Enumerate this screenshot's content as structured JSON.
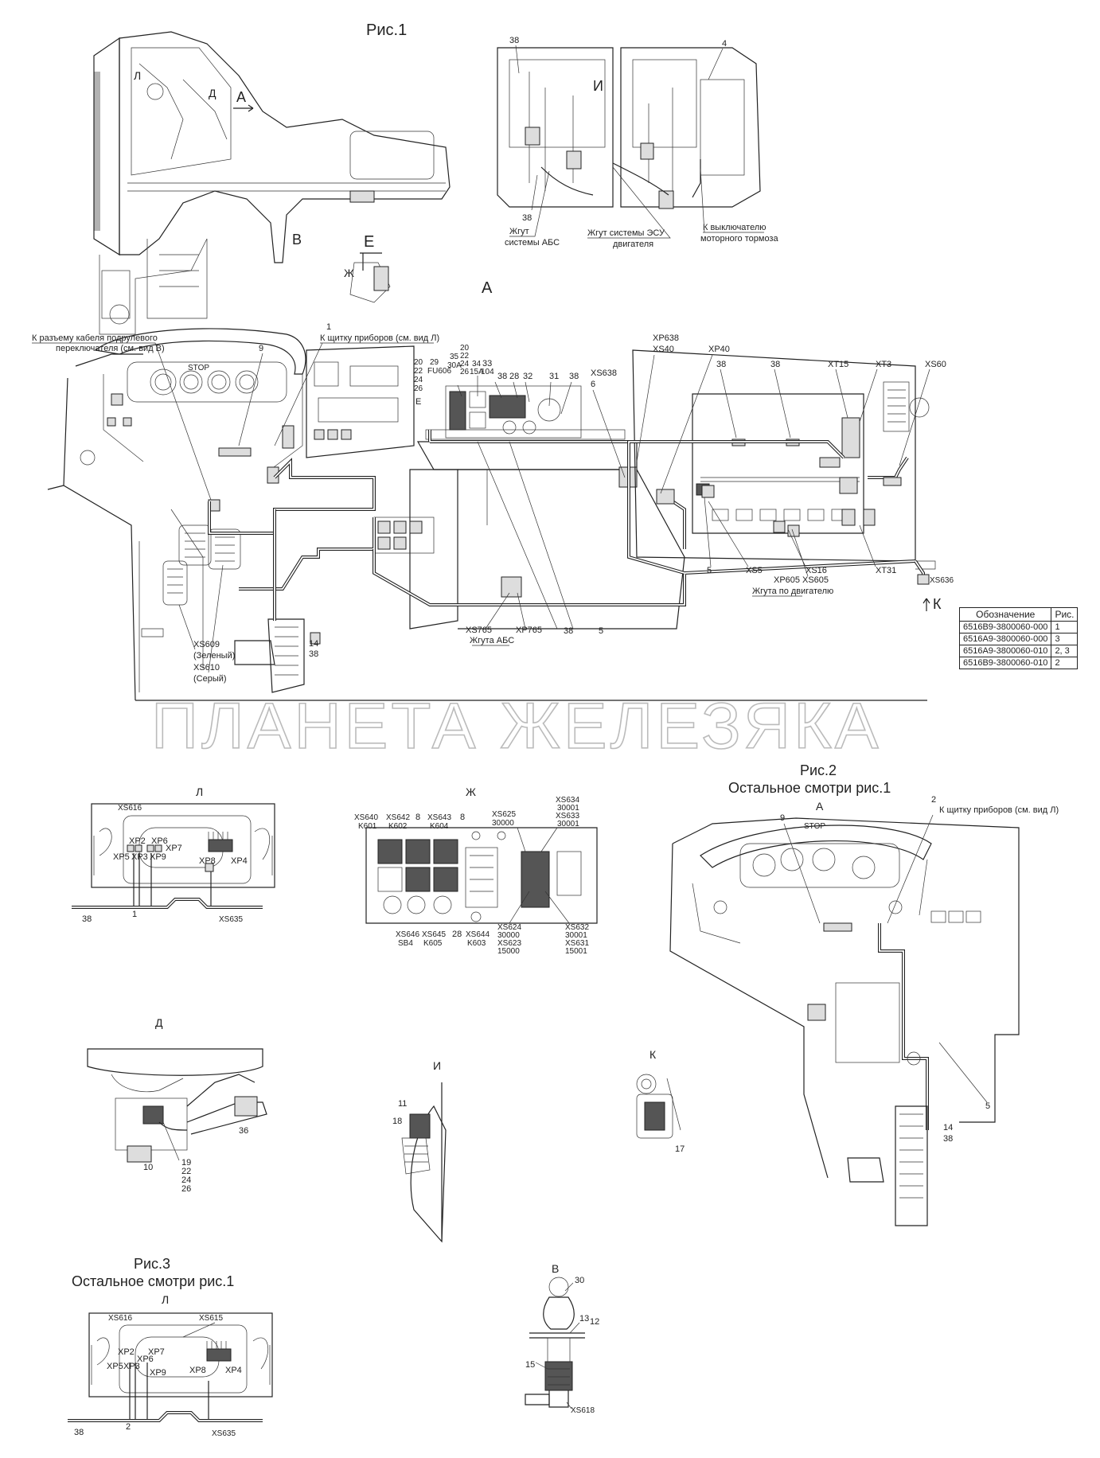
{
  "figures": {
    "fig1_title": "Рис.1",
    "fig2_title": "Рис.2",
    "fig2_subtitle": "Остальное смотри рис.1",
    "fig3_title": "Рис.3",
    "fig3_subtitle": "Остальное смотри рис.1"
  },
  "views": {
    "A_top": "А",
    "A_main": "А",
    "A_fig2": "А",
    "B": "В",
    "B_detail": "В",
    "E": "Е",
    "E_main": "Е",
    "Zh": "Ж",
    "Zh_detail": "Ж",
    "D": "Д",
    "D_detail": "Д",
    "L": "Л",
    "L_detail": "Л",
    "L_fig3": "Л",
    "I": "И",
    "I_detail": "И",
    "K": "К",
    "K_detail": "К"
  },
  "notes": {
    "harness_abs": [
      "Жгут",
      "системы АБС"
    ],
    "harness_esu": [
      "Жгут системы ЭСУ",
      "двигателя"
    ],
    "engine_brake": [
      "К выключателю",
      "моторного тормоза"
    ],
    "to_column_switch": [
      "К разъему кабеля подрулевого",
      "переключателя (см. вид В)"
    ],
    "to_dash": "К щитку приборов (см. вид Л)",
    "to_dash_fig2": "К щитку приборов (см. вид Л)",
    "engine_harnesses": "Жгута по двигателю",
    "abs_harnesses": "Жгута АБС",
    "green": "(Зеленый)",
    "grey": "(Серый)",
    "stop": "STOP",
    "stop2": "STOP"
  },
  "connectors_main": {
    "XP638": "XP638",
    "XS40": "XS40",
    "XP40": "XP40",
    "XT15": "XT15",
    "XT3": "XT3",
    "XS60": "XS60",
    "XS638": "XS638",
    "XS5": "XS5",
    "XP605": "XP605",
    "XS16": "XS16",
    "XS605": "XS605",
    "XT31": "XT31",
    "XS636": "XS636",
    "XS765": "XS765",
    "XP765": "XP765",
    "XS609": "XS609",
    "XS610": "XS610",
    "FU606": "FU606",
    "a30": "30A",
    "a15": "15A"
  },
  "numbers_main": {
    "n1": "1",
    "n9": "9",
    "n20": "20",
    "n22": "22",
    "n24": "24",
    "n26": "26",
    "n29": "29",
    "n35": "35",
    "n20b": "20",
    "n22b": "22",
    "n24b": "24",
    "n26b": "26",
    "n34": "34",
    "n33": "33",
    "n104": "104",
    "n38a": "38",
    "n28": "28",
    "n32": "32",
    "n31": "31",
    "n38b": "38",
    "n6": "6",
    "n38c": "38",
    "n38d": "38",
    "n5a": "5",
    "n5b": "5",
    "n5c": "5",
    "n38e": "38",
    "n14": "14",
    "n38f": "38",
    "n38top": "38",
    "n4top": "4",
    "n38abs": "38"
  },
  "view_l": {
    "XS616": "XS616",
    "XP2": "XP2",
    "XP6": "XP6",
    "XP7": "XP7",
    "XP5": "XP5",
    "XP3": "XP3",
    "XP9": "XP9",
    "XP8": "XP8",
    "XP4": "XP4",
    "XS635": "XS635",
    "n38": "38",
    "n1": "1"
  },
  "view_zh": {
    "XS640": "XS640",
    "K601": "K601",
    "XS642": "XS642",
    "K602": "K602",
    "n8a": "8",
    "XS643": "XS643",
    "K604": "K604",
    "n8b": "8",
    "XS625": "XS625",
    "v30000": "30000",
    "XS634": "XS634",
    "v30001a": "30001",
    "XS633": "XS633",
    "v30001b": "30001",
    "XS646": "XS646",
    "SB4": "SB4",
    "XS645": "XS645",
    "K605": "K605",
    "n28": "28",
    "XS644": "XS644",
    "K603": "K603",
    "XS624": "XS624",
    "v30000b": "30000",
    "XS623": "XS623",
    "v15000": "15000",
    "XS632": "XS632",
    "v30001c": "30001",
    "XS631": "XS631",
    "v15001": "15001"
  },
  "view_d": {
    "n36": "36",
    "n10": "10",
    "n19": "19",
    "n22": "22",
    "n24": "24",
    "n26": "26"
  },
  "view_i": {
    "n11": "11",
    "n18": "18"
  },
  "view_k": {
    "n17": "17"
  },
  "view_b": {
    "n30": "30",
    "n13": "13",
    "n12": "12",
    "n15": "15",
    "XS618": "XS618"
  },
  "fig2": {
    "n9": "9",
    "n2": "2",
    "n5": "5",
    "n14": "14",
    "n38": "38"
  },
  "fig3": {
    "XS616": "XS616",
    "XS615": "XS615",
    "XP2": "XP2",
    "XP6": "XP6",
    "XP7": "XP7",
    "XP5": "XP5",
    "XP3": "XP3",
    "XP9": "XP9",
    "XP8": "XP8",
    "XP4": "XP4",
    "XS635": "XS635",
    "n38": "38",
    "n2": "2"
  },
  "watermark": "ПЛАНЕТА ЖЕЛЕЗЯКА",
  "legend": {
    "header": [
      "Обозначение",
      "Рис."
    ],
    "rows": [
      [
        "6516В9-3800060-000",
        "1"
      ],
      [
        "6516А9-3800060-000",
        "3"
      ],
      [
        "6516А9-3800060-010",
        "2, 3"
      ],
      [
        "6516В9-3800060-010",
        "2"
      ]
    ]
  }
}
